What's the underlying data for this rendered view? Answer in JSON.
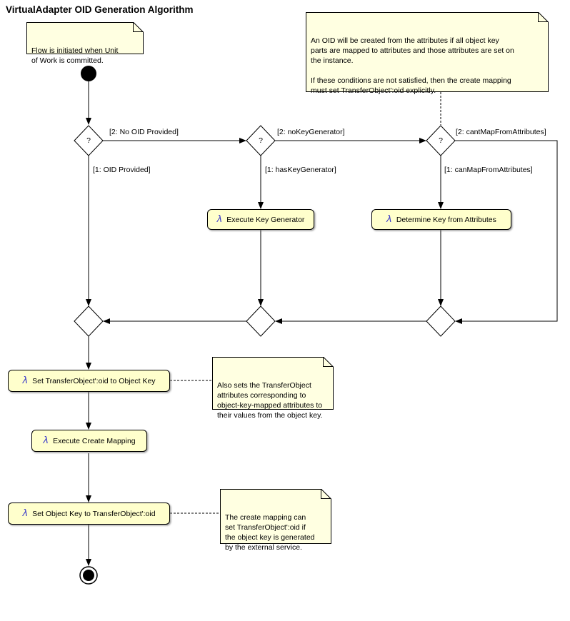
{
  "title": "VirtualAdapter OID Generation Algorithm",
  "decision_mark": "?",
  "lambda": "λ",
  "notes": {
    "flow_initiated": "Flow is initiated when Unit\nof Work is committed.",
    "oid_from_attributes": "An OID will be created from the attributes if all object key\nparts are mapped to attributes and those attributes are set on\nthe instance.\n\nIf these conditions are not satisfied, then the create mapping\nmust set TransferObject':oid explicitly.",
    "also_sets": "Also sets the TransferObject\nattributes corresponding to\nobject-key-mapped attributes to\ntheir values from the object key.",
    "create_mapping_can_set": "The create mapping can\nset TransferObject':oid if\nthe object key is generated\nby the external service."
  },
  "actions": {
    "execute_key_generator": "Execute Key Generator",
    "determine_key_from_attributes": "Determine Key from Attributes",
    "set_oid_to_object_key": "Set TransferObject':oid to Object Key",
    "execute_create_mapping": "Execute Create Mapping",
    "set_object_key_to_oid": "Set Object Key to TransferObject':oid"
  },
  "edge_labels": {
    "no_oid_provided": "[2: No OID Provided]",
    "oid_provided": "[1: OID Provided]",
    "no_key_generator": "[2: noKeyGenerator]",
    "has_key_generator": "[1: hasKeyGenerator]",
    "cant_map_from_attributes": "[2: cantMapFromAttributes]",
    "can_map_from_attributes": "[1: canMapFromAttributes]"
  },
  "colors": {
    "note_fill": "#ffffe1",
    "action_fill": "#ffffcc",
    "line": "#000000",
    "lambda_blue": "#3a3ac8"
  }
}
